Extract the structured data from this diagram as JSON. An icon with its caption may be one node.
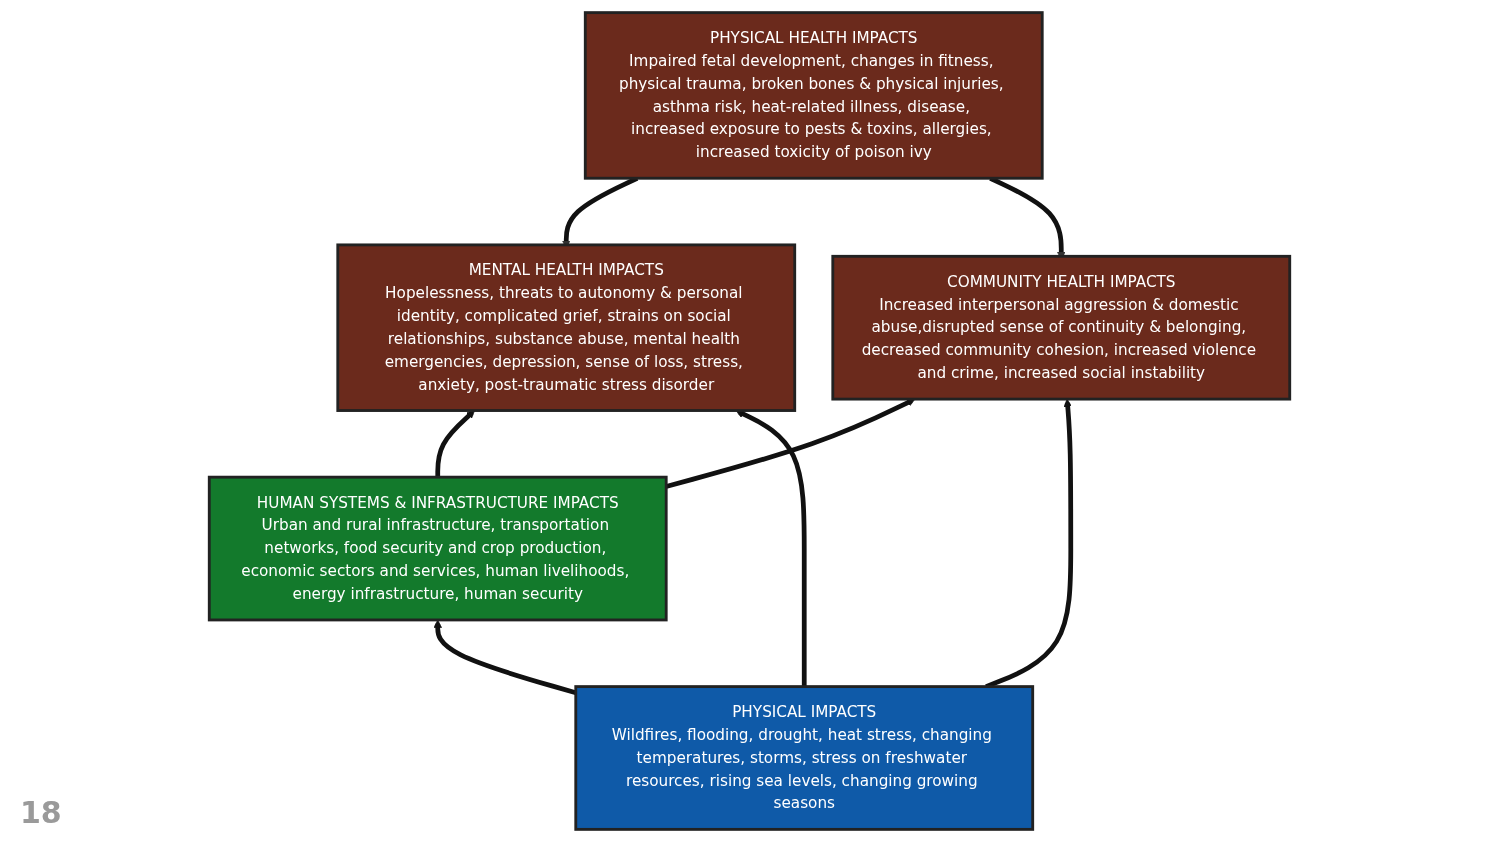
{
  "diagram": {
    "nodes": [
      {
        "text": [
          "MENTAL HEALTH IMPACTS",
          "Hopelessness, threats to autonomy & personal identity, complicated grief, strains on social relationships, substance abuse, mental health emergencies, depression, sense of loss, stress, anxiety, post-traumatic stress disorder"
        ]
      },
      {
        "text": [
          "PHYSICAL HEALTH IMPACTS",
          "Impaired fetal development, changes in fitness, physical trauma, broken bones & physical injuries, asthma risk, heat-related illness, disease, increased exposure to pests & toxins, allergies, increased toxicity of poison ivy"
        ]
      },
      {
        "text": [
          "COMMUNITY HEALTH IMPACTS",
          "Increased interpersonal aggression & domestic abuse,disrupted sense of continuity & belonging, decreased community cohesion, increased violence and crime, increased social instability"
        ]
      },
      {
        "text": [
          "HUMAN SYSTEMS & INFRASTRUCTURE IMPACTS",
          "Urban and rural infrastructure, transportation networks, food security and crop production, economic sectors and services, human livelihoods, energy infrastructure, human security"
        ]
      },
      {
        "text": [
          "PHYSICAL IMPACTS",
          "Wildfires, flooding, drought, heat stress, changing temperatures, storms, stress on freshwater resources, rising sea levels, changing growing seasons"
        ]
      }
    ],
    "edges": [
      {
        "from": 1,
        "to": 0,
        "arrow": "to"
      },
      {
        "from": 1,
        "to": 2,
        "arrow": "to"
      },
      {
        "from": 3,
        "to": 0,
        "arrow": "to"
      },
      {
        "from": 3,
        "to": 2,
        "arrow": "to"
      },
      {
        "from": 4,
        "to": 3,
        "arrow": "to"
      },
      {
        "from": 4,
        "to": 0,
        "arrow": "to"
      },
      {
        "from": 4,
        "to": 2,
        "arrow": "to"
      }
    ],
    "labels": [
      "18"
    ]
  }
}
